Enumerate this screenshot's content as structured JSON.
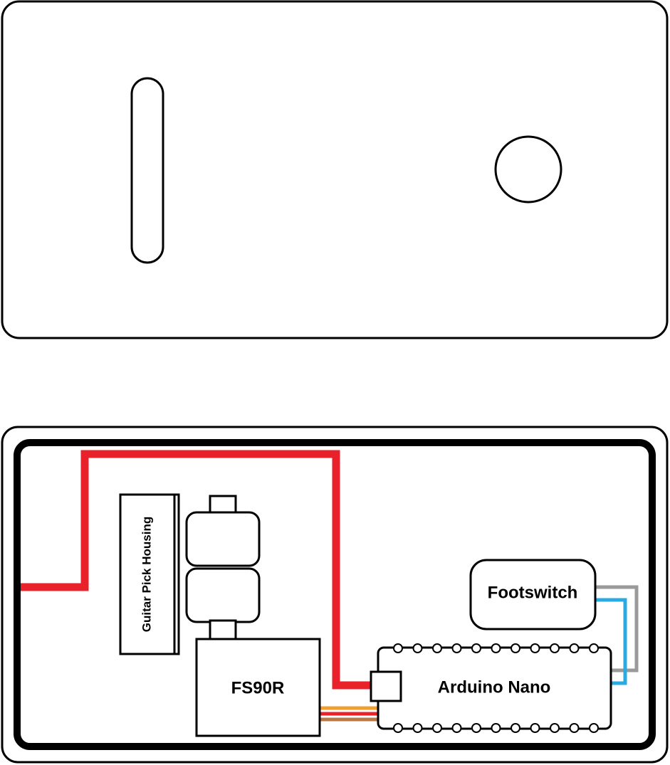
{
  "labels": {
    "guitar_pick_housing": "Guitar Pick Housing",
    "fs90r": "FS90R",
    "arduino_nano": "Arduino Nano",
    "footswitch": "Footswitch"
  },
  "colors": {
    "outline": "#000000",
    "background": "#ffffff",
    "power_wire": "#e8212a",
    "servo_wire_signal": "#f0a030",
    "servo_wire_power": "#e8212a",
    "servo_wire_ground": "#b87844",
    "footswitch_wire_gray": "#9a9a9a",
    "footswitch_wire_blue": "#29abe2"
  }
}
